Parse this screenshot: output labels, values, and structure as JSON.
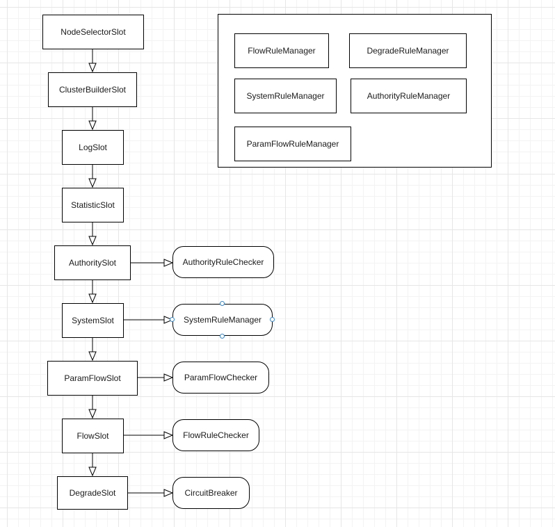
{
  "slots": [
    {
      "id": "node-selector-slot",
      "label": "NodeSelectorSlot"
    },
    {
      "id": "cluster-builder-slot",
      "label": "ClusterBuilderSlot"
    },
    {
      "id": "log-slot",
      "label": "LogSlot"
    },
    {
      "id": "statistic-slot",
      "label": "StatisticSlot"
    },
    {
      "id": "authority-slot",
      "label": "AuthoritySlot"
    },
    {
      "id": "system-slot",
      "label": "SystemSlot"
    },
    {
      "id": "param-flow-slot",
      "label": "ParamFlowSlot"
    },
    {
      "id": "flow-slot",
      "label": "FlowSlot"
    },
    {
      "id": "degrade-slot",
      "label": "DegradeSlot"
    }
  ],
  "checkers": [
    {
      "id": "authority-rule-checker",
      "label": "AuthorityRuleChecker"
    },
    {
      "id": "system-rule-manager-checker",
      "label": "SystemRuleManager"
    },
    {
      "id": "param-flow-checker",
      "label": "ParamFlowChecker"
    },
    {
      "id": "flow-rule-checker",
      "label": "FlowRuleChecker"
    },
    {
      "id": "circuit-breaker",
      "label": "CircuitBreaker"
    }
  ],
  "managers": [
    {
      "id": "flow-rule-manager",
      "label": "FlowRuleManager"
    },
    {
      "id": "degrade-rule-manager",
      "label": "DegradeRuleManager"
    },
    {
      "id": "system-rule-manager",
      "label": "SystemRuleManager"
    },
    {
      "id": "authority-rule-manager",
      "label": "AuthorityRuleManager"
    },
    {
      "id": "param-flow-rule-manager",
      "label": "ParamFlowRuleManager"
    }
  ],
  "edges": [
    {
      "from": "node-selector-slot",
      "to": "cluster-builder-slot"
    },
    {
      "from": "cluster-builder-slot",
      "to": "log-slot"
    },
    {
      "from": "log-slot",
      "to": "statistic-slot"
    },
    {
      "from": "statistic-slot",
      "to": "authority-slot"
    },
    {
      "from": "authority-slot",
      "to": "system-slot"
    },
    {
      "from": "system-slot",
      "to": "param-flow-slot"
    },
    {
      "from": "param-flow-slot",
      "to": "flow-slot"
    },
    {
      "from": "flow-slot",
      "to": "degrade-slot"
    },
    {
      "from": "authority-slot",
      "to": "authority-rule-checker"
    },
    {
      "from": "system-slot",
      "to": "system-rule-manager-checker"
    },
    {
      "from": "param-flow-slot",
      "to": "param-flow-checker"
    },
    {
      "from": "flow-slot",
      "to": "flow-rule-checker"
    },
    {
      "from": "degrade-slot",
      "to": "circuit-breaker"
    }
  ],
  "selected": "system-rule-manager-checker"
}
